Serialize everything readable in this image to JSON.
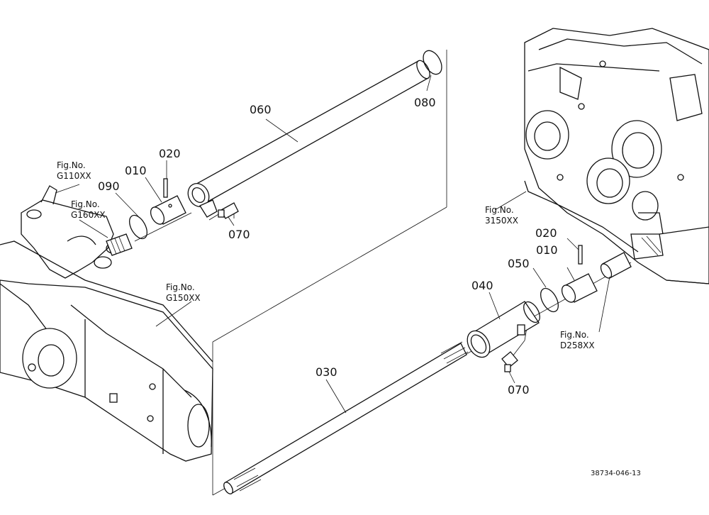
{
  "parts": {
    "p060": "060",
    "p080": "080",
    "p020_top": "020",
    "p010_top": "010",
    "p090": "090",
    "p070_top": "070",
    "p020_right": "020",
    "p010_right": "010",
    "p050": "050",
    "p040": "040",
    "p030": "030",
    "p070_bottom": "070"
  },
  "figrefs": {
    "g110": {
      "line1": "Fig.No.",
      "line2": "G110XX"
    },
    "g160": {
      "line1": "Fig.No.",
      "line2": "G160XX"
    },
    "g150": {
      "line1": "Fig.No.",
      "line2": "G150XX"
    },
    "f3150": {
      "line1": "Fig.No.",
      "line2": "3150XX"
    },
    "d258": {
      "line1": "Fig.No.",
      "line2": "D258XX"
    }
  },
  "drawing_code": "38734-046-13"
}
